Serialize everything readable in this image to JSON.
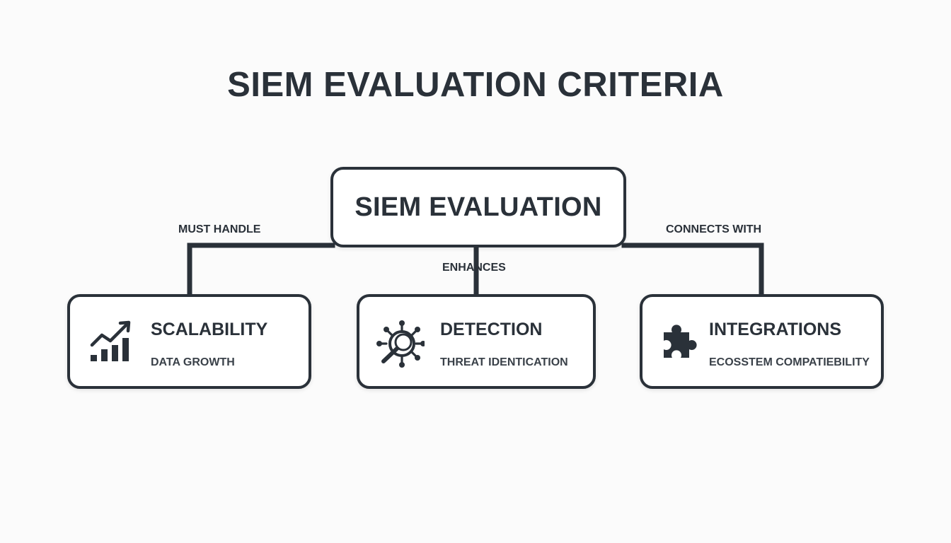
{
  "title": "SIEM EVALUATION CRITERIA",
  "root": {
    "label": "SIEM EVALUATION"
  },
  "edges": [
    {
      "label": "MUST HANDLE"
    },
    {
      "label": "ENHANCES"
    },
    {
      "label": "CONNECTS WITH"
    }
  ],
  "nodes": [
    {
      "title": "SCALABILITY",
      "subtitle": "DATA GROWTH",
      "icon": "growth-chart-icon"
    },
    {
      "title": "DETECTION",
      "subtitle": "THREAT IDENTICATION",
      "icon": "threat-search-icon"
    },
    {
      "title": "INTEGRATIONS",
      "subtitle": "ECOSSTEM COMPATIEBILITY",
      "icon": "puzzle-piece-icon"
    }
  ],
  "colors": {
    "stroke": "#2a3139",
    "background": "#fbfbfb",
    "node_fill": "#ffffff"
  }
}
